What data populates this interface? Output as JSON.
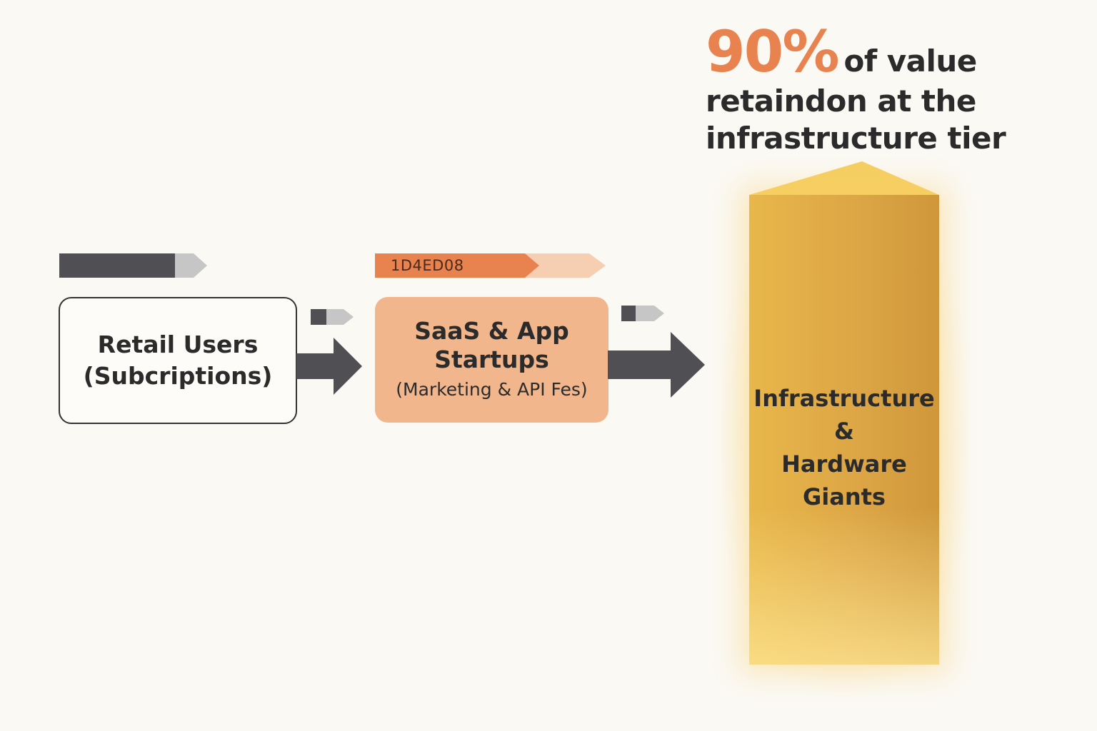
{
  "headline": {
    "percent": "90%",
    "line1_rest": "of value",
    "line2": "retaindon at the",
    "line3": "infrastructure tier"
  },
  "nodes": {
    "retail": {
      "line1": "Retail Users",
      "line2": "(Subcriptions)"
    },
    "saas": {
      "tag": "1D4ED08",
      "line1": "SaaS & App",
      "line2": "Startups",
      "line3": "(Marketing & API Fes)"
    },
    "infrastructure": {
      "line1": "Infrastructure",
      "line2": "&",
      "line3": "Hardware",
      "line4": "Giants"
    }
  },
  "colors": {
    "background": "#fbf9f4",
    "accent_orange": "#e8834f",
    "saas_fill": "#f2b68c",
    "arrow_dark": "#505054",
    "pillar_gold": "#dda646",
    "text_dark": "#2b2b2b"
  },
  "icons": {
    "flow_arrow": "right-arrow-icon",
    "tag_shape": "pointed-tag-shape"
  }
}
